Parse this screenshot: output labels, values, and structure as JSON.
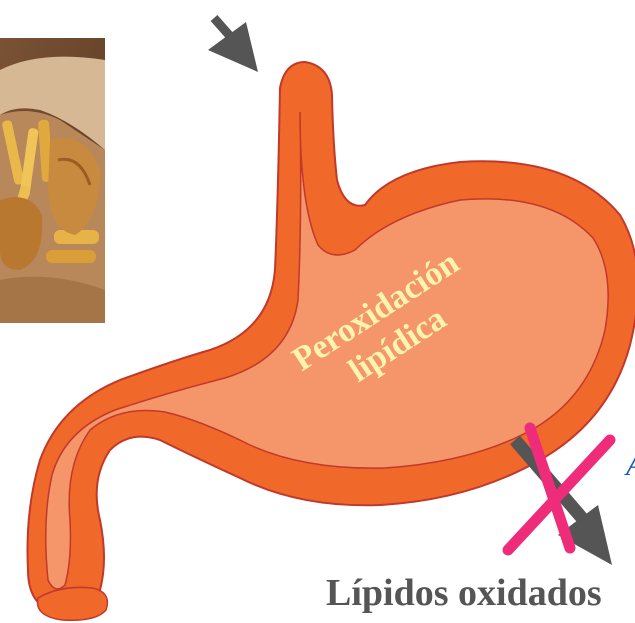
{
  "diagram": {
    "stomach_label_line1": "Peroxidación",
    "stomach_label_line2": "lipídica",
    "bottom_label": "Lípidos oxidados",
    "edge_letter": "A"
  },
  "photo": {
    "subject": "fried fish and chips in paper wrapper"
  },
  "colors": {
    "stomach_outer": "#F0692A",
    "stomach_inner": "#F4956A",
    "stomach_outline": "#C0392B",
    "label_text": "#FFF3B0",
    "arrow": "#555555",
    "cross": "#EE2C7A",
    "edge_letter": "#1E5FB0",
    "bottom_text": "#555555"
  },
  "icons": {
    "top_arrow": "arrow-down-right-icon",
    "bottom_arrow": "arrow-down-right-icon",
    "cross": "x-cross-icon"
  }
}
